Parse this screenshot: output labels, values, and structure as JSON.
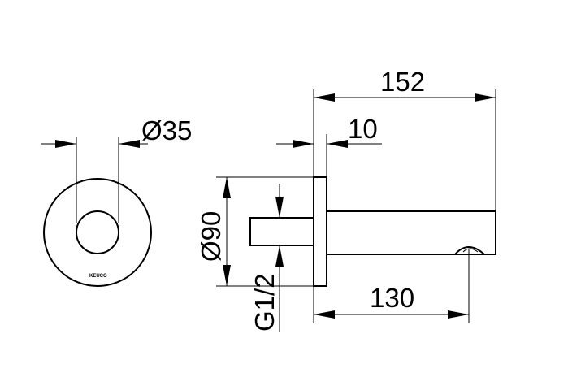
{
  "dimensions": {
    "front_outer_diameter": "Ø90",
    "front_center_diameter": "Ø35",
    "total_length": "152",
    "flange_thickness": "10",
    "spout_length": "130",
    "thread_size": "G1/2"
  },
  "brand_mark": "KEUCO"
}
